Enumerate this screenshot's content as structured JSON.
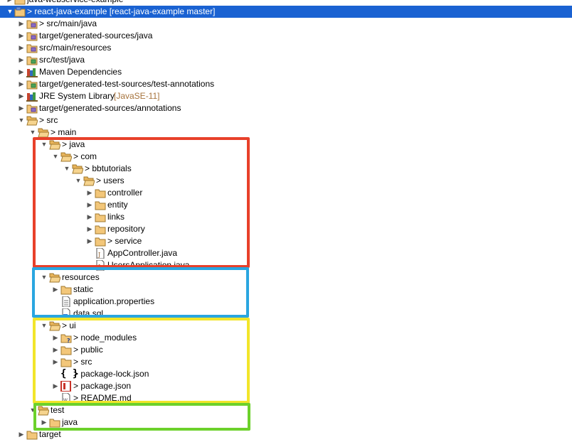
{
  "tree": {
    "rows": [
      {
        "label": "java-webservice-example",
        "kind": "project"
      },
      {
        "label": "> react-java-example [react-java-example master]",
        "kind": "project"
      },
      {
        "label": "> src/main/java",
        "kind": "srcfolder"
      },
      {
        "label": "target/generated-sources/java",
        "kind": "srcfolder"
      },
      {
        "label": "src/main/resources",
        "kind": "srcfolder"
      },
      {
        "label": "src/test/java",
        "kind": "srcfolder"
      },
      {
        "label": "Maven Dependencies",
        "kind": "library"
      },
      {
        "label": "target/generated-test-sources/test-annotations",
        "kind": "srcfolder"
      },
      {
        "label": "JRE System Library",
        "suffix": "[JavaSE-11]",
        "kind": "library"
      },
      {
        "label": "target/generated-sources/annotations",
        "kind": "srcfolder"
      },
      {
        "label": "> src",
        "kind": "folder"
      },
      {
        "label": "> main",
        "kind": "folder"
      },
      {
        "label": "> java",
        "kind": "folder"
      },
      {
        "label": "> com",
        "kind": "folder"
      },
      {
        "label": "> bbtutorials",
        "kind": "folder"
      },
      {
        "label": "> users",
        "kind": "folder"
      },
      {
        "label": "controller",
        "kind": "folder"
      },
      {
        "label": "entity",
        "kind": "folder"
      },
      {
        "label": "links",
        "kind": "folder"
      },
      {
        "label": "repository",
        "kind": "folder"
      },
      {
        "label": "> service",
        "kind": "folder"
      },
      {
        "label": "AppController.java",
        "kind": "javafile"
      },
      {
        "label": "UsersApplication.java",
        "kind": "javafile"
      },
      {
        "label": "resources",
        "kind": "folder"
      },
      {
        "label": "static",
        "kind": "folder"
      },
      {
        "label": "application.properties",
        "kind": "propfile"
      },
      {
        "label": "data.sql",
        "kind": "sqlfile"
      },
      {
        "label": "> ui",
        "kind": "folder"
      },
      {
        "label": "> node_modules",
        "kind": "folderq"
      },
      {
        "label": "> public",
        "kind": "folder"
      },
      {
        "label": "> src",
        "kind": "folder"
      },
      {
        "label": "> package-lock.json",
        "kind": "jsonfile"
      },
      {
        "label": "> package.json",
        "kind": "npmfile"
      },
      {
        "label": "> README.md",
        "kind": "mdfile"
      },
      {
        "label": "test",
        "kind": "folder"
      },
      {
        "label": "java",
        "kind": "folder"
      },
      {
        "label": "target",
        "kind": "folder"
      }
    ]
  },
  "highlight_colors": {
    "red": "#e8402a",
    "blue": "#2aa6e0",
    "yellow": "#f2e52a",
    "green": "#6cd12b"
  },
  "selection_color": "#1a62d2",
  "suffix_color": "#a6733c"
}
